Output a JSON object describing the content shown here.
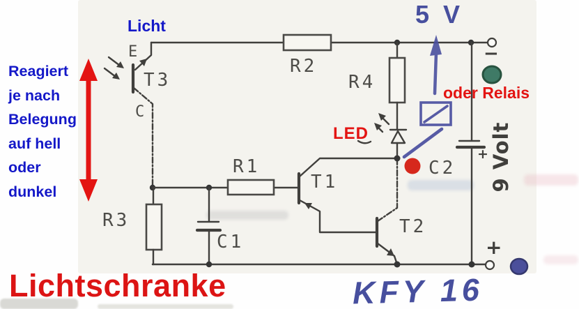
{
  "title": {
    "text": "Lichtschranke"
  },
  "notes": {
    "licht": "Licht",
    "reaction_lines": [
      "Reagiert",
      "je nach",
      "Belegung",
      "auf hell",
      "oder",
      "dunkel"
    ],
    "led": "LED",
    "oder_relais": "oder Relais"
  },
  "power": {
    "supply": "5 V",
    "battery": "9 Volt",
    "top_terminal_sign": "−",
    "bottom_terminal_sign": "+",
    "c2_polarity": "+"
  },
  "handwriting": {
    "part_number": "KFY 16"
  },
  "components": {
    "r1": "R1",
    "r2": "R2",
    "r3": "R3",
    "r4": "R4",
    "c1": "C1",
    "c2": "C2",
    "t1": "T1",
    "t2": "T2",
    "t3": "T3",
    "t3_pins": {
      "emitter": "E",
      "collector": "C"
    }
  },
  "colors": {
    "schematic_ink": "#403f3c",
    "note_blue": "#1418c8",
    "accent_red": "#e31412",
    "marker_blue": "#4a4f9f",
    "led_dot_red": "#d6281c",
    "power_dot_green": "#3f7a66",
    "ground_dot_blue": "#4b4f9b",
    "paper": "#f4f3ee"
  }
}
